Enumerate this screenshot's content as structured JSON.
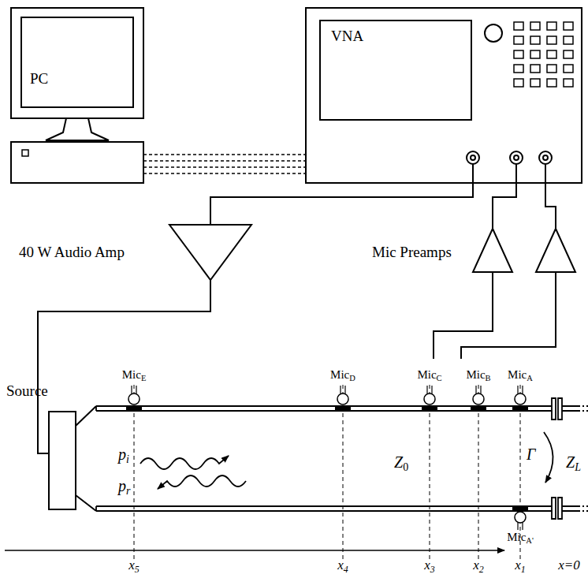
{
  "diagram": {
    "labels": [
      "PC",
      "VNA",
      "40 W Audio Amp",
      "Mic Preamps",
      "Source",
      "MicE",
      "MicD",
      "MicC",
      "MicB",
      "MicA",
      "pi",
      "pr",
      "Z0",
      "Γ",
      "ZL",
      "MicA'",
      "x5",
      "x4",
      "x3",
      "x2",
      "x1",
      "x=0"
    ]
  }
}
